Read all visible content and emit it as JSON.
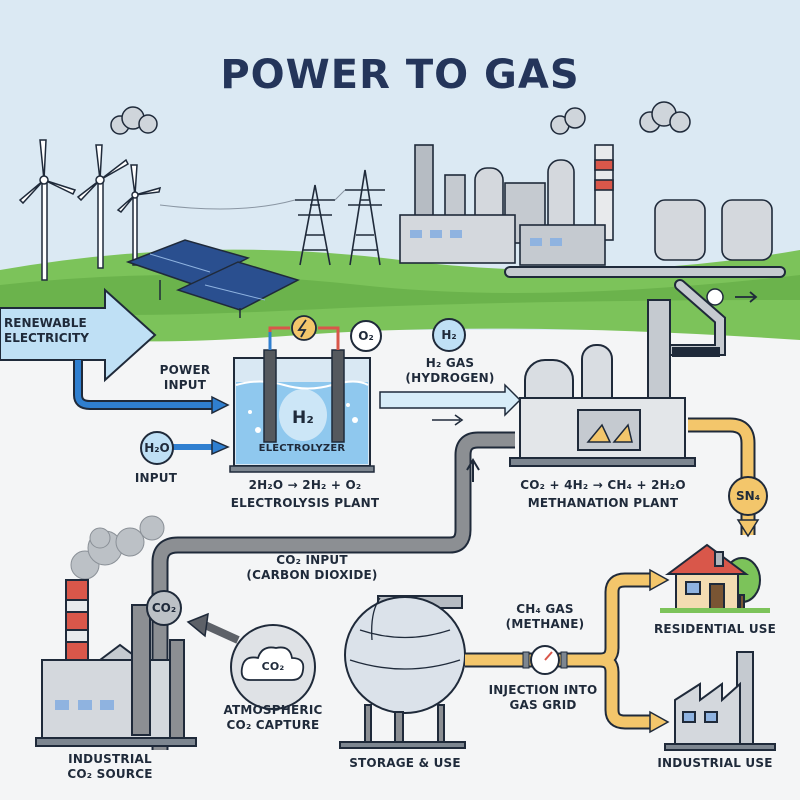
{
  "title": "POWER TO GAS",
  "labels": {
    "renewable_line1": "RENEWABLE",
    "renewable_line2": "ELECTRICITY",
    "power_input_line1": "POWER",
    "power_input_line2": "INPUT",
    "h2o_bubble": "H₂O",
    "input": "INPUT",
    "electrolyzer": "ELECTROLYZER",
    "h2_tank": "H₂",
    "o2_bubble": "O₂",
    "h2_bubble": "H₂",
    "h2_gas_line1": "H₂ GAS",
    "h2_gas_line2": "(HYDROGEN)",
    "electrolysis_eq": "2H₂O → 2H₂ + O₂",
    "electrolysis_plant": "ELECTROLYSIS PLANT",
    "methanation_eq": "CO₂ + 4H₂ → CH₄ + 2H₂O",
    "methanation_plant": "METHANATION PLANT",
    "sn4_bubble": "SN₄",
    "co2_input_line1": "CO₂ INPUT",
    "co2_input_line2": "(CARBON DIOXIDE)",
    "co2_pipe_bubble": "CO₂",
    "co2_cloud": "CO₂",
    "atmospheric_line1": "ATMOSPHERIC",
    "atmospheric_line2": "CO₂ CAPTURE",
    "industrial_source_line1": "INDUSTRIAL",
    "industrial_source_line2": "CO₂ SOURCE",
    "storage_use": "STORAGE & USE",
    "ch4_gas_line1": "CH₄ GAS",
    "ch4_gas_line2": "(METHANE)",
    "injection_line1": "INJECTION INTO",
    "injection_line2": "GAS GRID",
    "residential_use": "RESIDENTIAL USE",
    "industrial_use": "INDUSTRIAL USE"
  },
  "colors": {
    "title": "#24355a",
    "sky": "#dbe9f3",
    "grass": "#7cc35a",
    "pipe_gray": "#8c8f93",
    "pipe_yellow": "#f3c66b",
    "power_blue": "#2f7fd0",
    "water": "#8fc8ee",
    "chimney_red": "#d9574a",
    "outline": "#1f2a3a"
  }
}
